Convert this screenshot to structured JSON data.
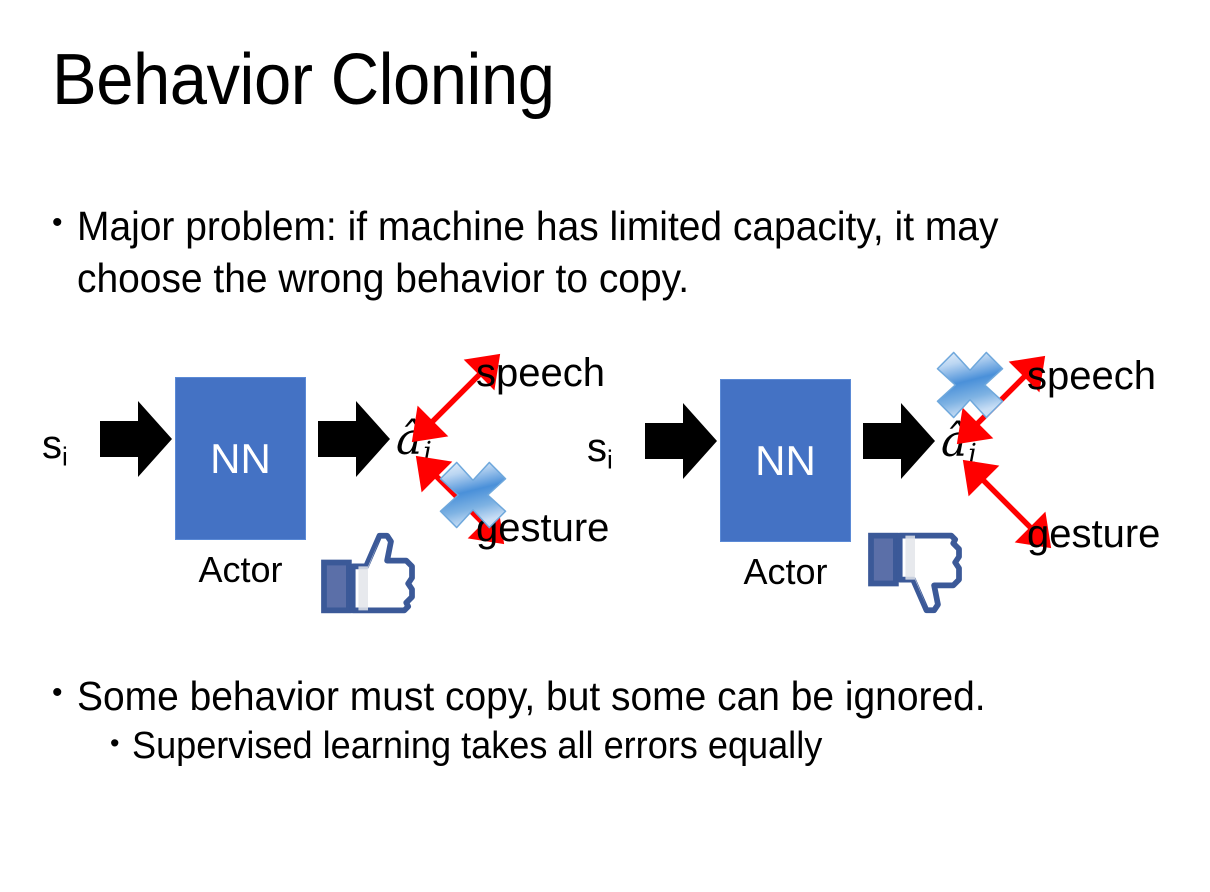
{
  "slide": {
    "title": "Behavior Cloning",
    "background_color": "#FFFFFF",
    "text_color": "#000000"
  },
  "bullets": {
    "top": {
      "marker": "•",
      "text": "Major problem: if machine has limited capacity, it may choose the wrong behavior to copy."
    },
    "bottom": {
      "marker": "•",
      "text": "Some behavior must copy, but some can be ignored.",
      "sub": {
        "marker": "•",
        "text": "Supervised learning takes all errors equally"
      }
    }
  },
  "colors": {
    "nn_fill": "#4472C4",
    "nn_border": "#5B8AD6",
    "arrow_black": "#000000",
    "arrow_red": "#FF0000",
    "x_blue_light": "#BFD6F0",
    "x_blue_mid": "#5B9BD5",
    "x_blue_dark": "#2E75B6",
    "thumb_outline": "#3B5998",
    "thumb_cuff": "#5B6FA8",
    "thumb_fill": "#FFFFFF",
    "thumb_shade": "#DCDDE1"
  },
  "diagrams": [
    {
      "id": "left",
      "input_label": "s",
      "input_subscript": "i",
      "input_arrow_icon": "block-arrow-right-icon",
      "network_label": "NN",
      "network_caption": "Actor",
      "output_arrow_icon": "block-arrow-right-icon",
      "output_label": "â",
      "output_subscript": "i",
      "branches": [
        {
          "name": "speech",
          "direction": "up-right",
          "arrow_icon": "double-headed-red-arrow-icon",
          "crossed_out": false
        },
        {
          "name": "gesture",
          "direction": "down-right",
          "arrow_icon": "double-headed-red-arrow-icon",
          "crossed_out": true
        }
      ],
      "verdict_icon": "thumbs-up-icon",
      "verdict": "good"
    },
    {
      "id": "right",
      "input_label": "s",
      "input_subscript": "i",
      "input_arrow_icon": "block-arrow-right-icon",
      "network_label": "NN",
      "network_caption": "Actor",
      "output_arrow_icon": "block-arrow-right-icon",
      "output_label": "â",
      "output_subscript": "i",
      "branches": [
        {
          "name": "speech",
          "direction": "up-right",
          "arrow_icon": "double-headed-red-arrow-icon",
          "crossed_out": true
        },
        {
          "name": "gesture",
          "direction": "down-right",
          "arrow_icon": "double-headed-red-arrow-icon",
          "crossed_out": false
        }
      ],
      "verdict_icon": "thumbs-down-icon",
      "verdict": "bad"
    }
  ]
}
